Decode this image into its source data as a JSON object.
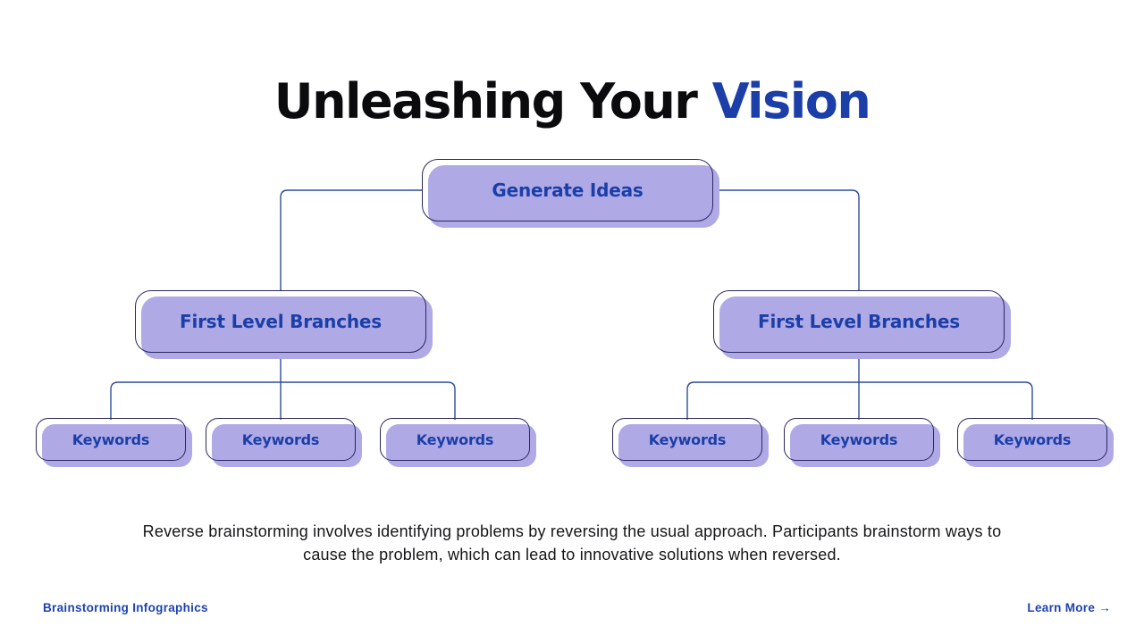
{
  "title": {
    "black": "Unleashing Your",
    "accent": "Vision"
  },
  "diagram": {
    "root": "Generate Ideas",
    "branches": [
      "First Level Branches",
      "First Level Branches"
    ],
    "keywords": [
      "Keywords",
      "Keywords",
      "Keywords",
      "Keywords",
      "Keywords",
      "Keywords"
    ]
  },
  "description": "Reverse brainstorming involves identifying problems by reversing the usual approach. Participants brainstorm ways to cause the problem, which can lead to innovative solutions when reversed.",
  "footer": {
    "brand": "Brainstorming Infographics",
    "learn_more": "Learn More",
    "arrow": "→"
  },
  "colors": {
    "accent_blue": "#1b3ea8",
    "node_fill": "#afaae6",
    "node_border": "#2a275f",
    "node_text": "#1b3ea8",
    "connector": "#2a4d9b",
    "footer_link": "#1d43ae",
    "body_text": "#151518",
    "title_black": "#0b0b0e"
  }
}
